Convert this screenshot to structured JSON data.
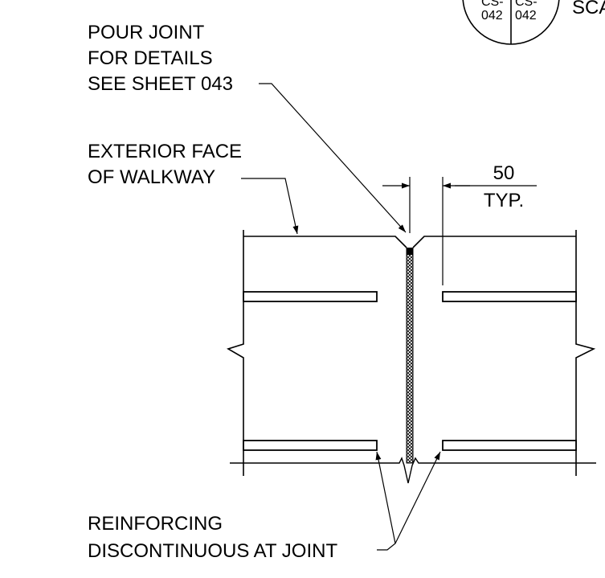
{
  "notes": {
    "pour_joint": [
      "POUR JOINT",
      "FOR DETAILS",
      "SEE SHEET 043"
    ],
    "exterior_face": [
      "EXTERIOR FACE",
      "OF WALKWAY"
    ],
    "reinforcing": [
      "REINFORCING",
      "DISCONTINUOUS AT JOINT"
    ]
  },
  "dimension": {
    "value": "50",
    "suffix": "TYP."
  },
  "section_callout": {
    "top_left": "CS-",
    "top_right": "CS-",
    "bottom_left": "042",
    "bottom_right": "042",
    "scale_text": "SCA"
  }
}
